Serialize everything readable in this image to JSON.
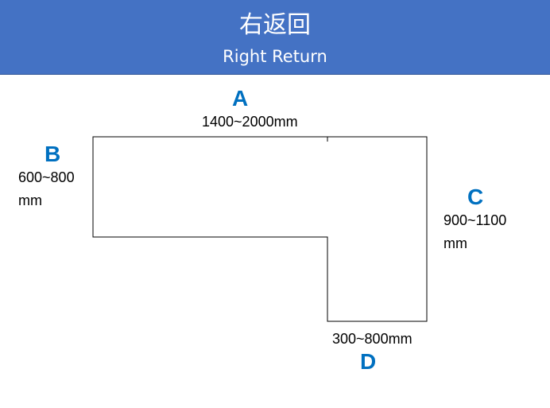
{
  "header": {
    "title_cn": "右返回",
    "title_en": "Right Return"
  },
  "sides": {
    "a": {
      "label": "A",
      "dimension": "1400~2000mm"
    },
    "b": {
      "label": "B",
      "dimension_line1": "600~800",
      "dimension_line2": "mm"
    },
    "c": {
      "label": "C",
      "dimension_line1": "900~1100",
      "dimension_line2": "mm"
    },
    "d": {
      "label": "D",
      "dimension": "300~800mm"
    }
  },
  "colors": {
    "banner": "#4472c4",
    "label": "#0070c0",
    "outline": "#000000"
  }
}
